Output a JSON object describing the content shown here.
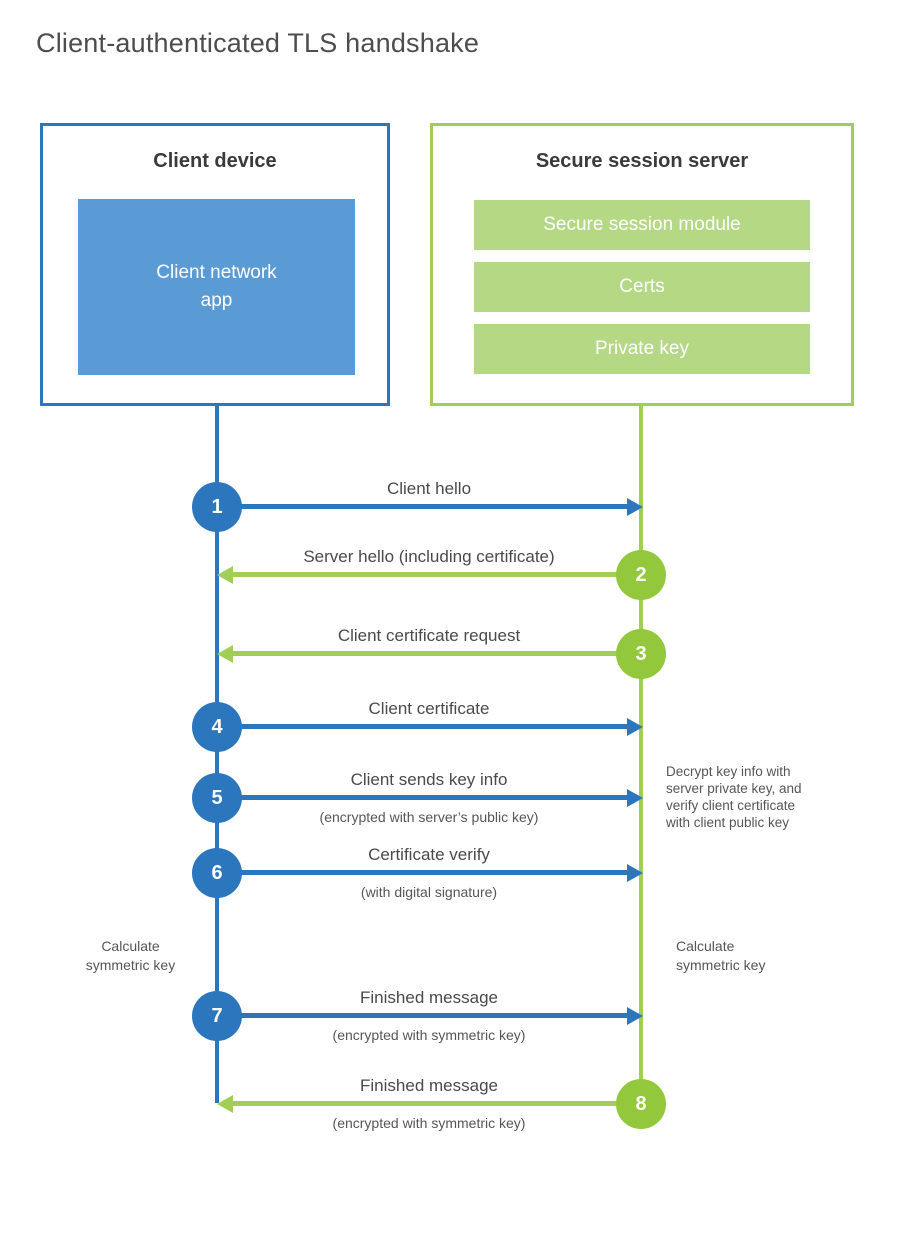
{
  "title": "Client-authenticated TLS handshake",
  "colors": {
    "blue": "#2b76bd",
    "blue_fill": "#5b9bd5",
    "green_circle": "#93c83d",
    "green_line": "#a2ce56",
    "green_fill": "#b5d885"
  },
  "client": {
    "title": "Client device",
    "app_label": "Client network\napp"
  },
  "server": {
    "title": "Secure session server",
    "modules": [
      "Secure session module",
      "Certs",
      "Private key"
    ]
  },
  "messages": [
    {
      "num": "1",
      "label": "Client hello",
      "sublabel": "",
      "from": "client",
      "direction": "right"
    },
    {
      "num": "2",
      "label": "Server hello (including certificate)",
      "sublabel": "",
      "from": "server",
      "direction": "left"
    },
    {
      "num": "3",
      "label": "Client certificate request",
      "sublabel": "",
      "from": "server",
      "direction": "left"
    },
    {
      "num": "4",
      "label": "Client certificate",
      "sublabel": "",
      "from": "client",
      "direction": "right"
    },
    {
      "num": "5",
      "label": "Client sends key info",
      "sublabel": "(encrypted with server’s public key)",
      "from": "client",
      "direction": "right"
    },
    {
      "num": "6",
      "label": "Certificate verify",
      "sublabel": "(with digital signature)",
      "from": "client",
      "direction": "right"
    },
    {
      "num": "7",
      "label": "Finished message",
      "sublabel": "(encrypted with symmetric key)",
      "from": "client",
      "direction": "right"
    },
    {
      "num": "8",
      "label": "Finished message",
      "sublabel": "(encrypted with symmetric key)",
      "from": "server",
      "direction": "left"
    }
  ],
  "notes": {
    "decrypt": "Decrypt key info with\nserver private key, and\nverify client certificate\nwith client public key",
    "calc_left": "Calculate\nsymmetric key",
    "calc_right": "Calculate\nsymmetric key"
  }
}
